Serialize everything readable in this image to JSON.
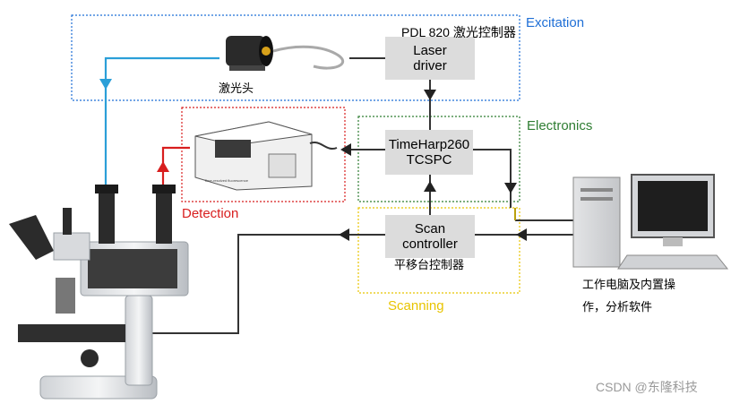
{
  "groups": {
    "excitation": {
      "label": "Excitation",
      "color": "#1f6fd6"
    },
    "electronics": {
      "label": "Electronics",
      "color": "#2e7d32"
    },
    "detection": {
      "label": "Detection",
      "color": "#d81e1e"
    },
    "scanning": {
      "label": "Scanning",
      "color": "#e8c400"
    }
  },
  "boxes": {
    "laser_driver": {
      "line1": "Laser",
      "line2": "driver",
      "caption": "PDL 820 激光控制器"
    },
    "tcspc": {
      "line1": "TimeHarp260",
      "line2": "TCSPC"
    },
    "scan_controller": {
      "line1": "Scan",
      "line2": "controller",
      "caption": "平移台控制器"
    }
  },
  "labels": {
    "laser_head": "激光头",
    "computer_line1": "工作电脑及内置操",
    "computer_line2": "作，分析软件",
    "detector_plate": "Time-resolved fluorescence",
    "watermark": "CSDN @东隆科技"
  },
  "colors": {
    "wire": "#333333",
    "blue_beam": "#2b9fd8",
    "red_beam": "#d81e1e",
    "box_fill": "#dcdcdc"
  }
}
